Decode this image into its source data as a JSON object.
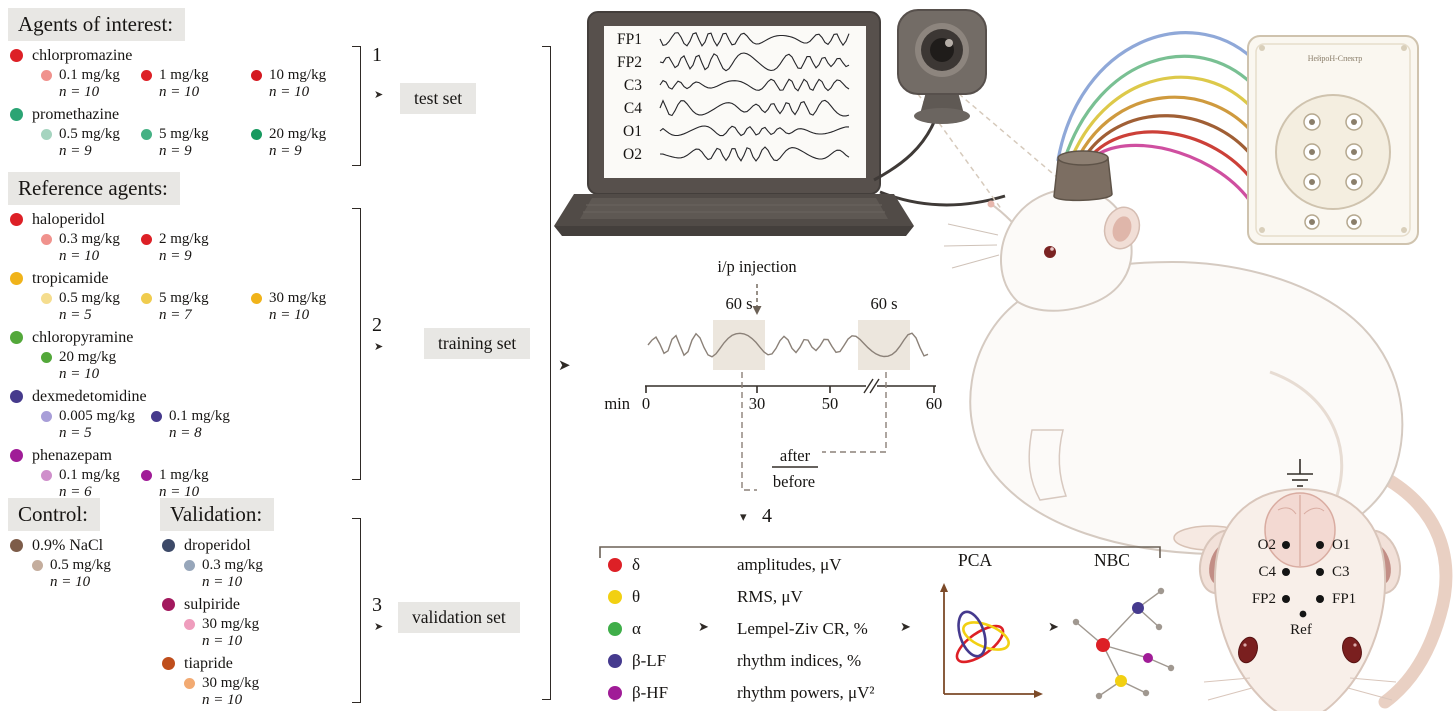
{
  "sections": {
    "interest": "Agents of interest:",
    "reference": "Reference agents:",
    "control": "Control:",
    "validation": "Validation:"
  },
  "icons": {
    "arrow_right": "➤",
    "arrow_down": "▾"
  },
  "interest_agents": [
    {
      "name": "chlorpromazine",
      "color": "#dd2026",
      "doses": [
        {
          "dose": "0.1 mg/kg",
          "n": "n = 10",
          "color": "#f0928d"
        },
        {
          "dose": "1 mg/kg",
          "n": "n = 10",
          "color": "#dd2026"
        },
        {
          "dose": "10 mg/kg",
          "n": "n = 10",
          "color": "#d41920"
        }
      ]
    },
    {
      "name": "promethazine",
      "color": "#2ba474",
      "doses": [
        {
          "dose": "0.5 mg/kg",
          "n": "n = 9",
          "color": "#a5d4bf"
        },
        {
          "dose": "5 mg/kg",
          "n": "n = 9",
          "color": "#45b184"
        },
        {
          "dose": "20 mg/kg",
          "n": "n = 9",
          "color": "#17995f"
        }
      ]
    }
  ],
  "reference_agents": [
    {
      "name": "haloperidol",
      "color": "#dd2026",
      "doses": [
        {
          "dose": "0.3 mg/kg",
          "n": "n = 10",
          "color": "#f0928d"
        },
        {
          "dose": "2 mg/kg",
          "n": "n = 9",
          "color": "#dd2026"
        }
      ]
    },
    {
      "name": "tropicamide",
      "color": "#f0b31a",
      "doses": [
        {
          "dose": "0.5 mg/kg",
          "n": "n = 5",
          "color": "#f5dd8e"
        },
        {
          "dose": "5 mg/kg",
          "n": "n = 7",
          "color": "#f0cc4e"
        },
        {
          "dose": "30 mg/kg",
          "n": "n = 10",
          "color": "#f0b31a"
        }
      ]
    },
    {
      "name": "chloropyramine",
      "color": "#53a83a",
      "doses": [
        {
          "dose": "20 mg/kg",
          "n": "n = 10",
          "color": "#53a83a"
        }
      ]
    },
    {
      "name": "dexmedetomidine",
      "color": "#463a8c",
      "doses": [
        {
          "dose": "0.005 mg/kg",
          "n": "n = 5",
          "color": "#a89ed8"
        },
        {
          "dose": "0.1 mg/kg",
          "n": "n = 8",
          "color": "#463a8c"
        }
      ]
    },
    {
      "name": "phenazepam",
      "color": "#a01c97",
      "doses": [
        {
          "dose": "0.1 mg/kg",
          "n": "n = 6",
          "color": "#cf8fcb"
        },
        {
          "dose": "1 mg/kg",
          "n": "n = 10",
          "color": "#a01c97"
        }
      ]
    }
  ],
  "control_agents": [
    {
      "name": "0.9% NaCl",
      "color": "#7d5c49",
      "doses": [
        {
          "dose": "0.5 mg/kg",
          "n": "n = 10",
          "color": "#c4ad9d"
        }
      ]
    }
  ],
  "validation_agents": [
    {
      "name": "droperidol",
      "color": "#3d4a68",
      "doses": [
        {
          "dose": "0.3 mg/kg",
          "n": "n = 10",
          "color": "#97a6ba"
        }
      ]
    },
    {
      "name": "sulpiride",
      "color": "#a2195e",
      "doses": [
        {
          "dose": "30 mg/kg",
          "n": "n = 10",
          "color": "#ef9dbd"
        }
      ]
    },
    {
      "name": "tiapride",
      "color": "#bf4e1c",
      "doses": [
        {
          "dose": "30 mg/kg",
          "n": "n = 10",
          "color": "#f2aa72"
        }
      ]
    }
  ],
  "set_groups": [
    {
      "number": "1",
      "label": "test set"
    },
    {
      "number": "2",
      "label": "training set"
    },
    {
      "number": "3",
      "label": "validation set"
    }
  ],
  "laptop": {
    "channels": [
      "FP1",
      "FP2",
      "C3",
      "C4",
      "O1",
      "O2"
    ]
  },
  "device": {
    "label": "НейроН-Спектр"
  },
  "timeline": {
    "injection": "i/p injection",
    "window1": "60 s",
    "window2": "60 s",
    "unit": "min",
    "tick0": "0",
    "tick30": "30",
    "tick50": "50",
    "tick60": "60",
    "after": "after",
    "before": "before",
    "step4": "4"
  },
  "features": {
    "rhythms": [
      {
        "symbol": "δ",
        "color": "#dd2026"
      },
      {
        "symbol": "θ",
        "color": "#f2d012"
      },
      {
        "symbol": "α",
        "color": "#3fae49"
      },
      {
        "symbol": "β-LF",
        "color": "#453a8e"
      },
      {
        "symbol": "β-HF",
        "color": "#a01c97"
      }
    ],
    "metrics": [
      "amplitudes, μV",
      "RMS, μV",
      "Lempel-Ziv CR, %",
      "rhythm indices, %",
      "rhythm powers, μV²"
    ],
    "pca": "PCA",
    "nbc": "NBC"
  },
  "head_map": {
    "left": [
      "O2",
      "C4",
      "FP2"
    ],
    "right": [
      "O1",
      "C3",
      "FP1"
    ],
    "ref": "Ref"
  }
}
